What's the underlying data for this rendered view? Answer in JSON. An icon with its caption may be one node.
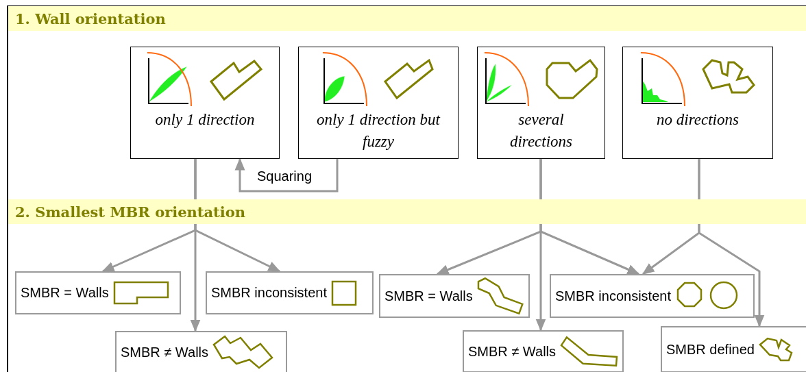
{
  "diagram": {
    "nodes": [
      {
        "text": [
          "only 1 direction"
        ]
      },
      {
        "text": [
          "only 1 direction but fuzzy"
        ]
      },
      {
        "text": [
          "several directions"
        ]
      },
      {
        "text": [
          "no directions"
        ]
      },
      {
        "text": [
          "SMBR = Walls"
        ]
      },
      {
        "text": [
          "SMBR ≠ Walls"
        ]
      },
      {
        "text": [
          "SMBR inconsistent"
        ]
      },
      {
        "text": [
          "SMBR = Walls"
        ]
      },
      {
        "text": [
          "SMBR ≠ Walls"
        ]
      },
      {
        "text": [
          "SMBR inconsistent"
        ]
      },
      {
        "text": [
          "SMBR defined"
        ]
      }
    ],
    "edges": [
      {
        "from": 1,
        "to": 0,
        "arrow": "to",
        "label": "Squaring"
      },
      {
        "from": 0,
        "to": 4,
        "arrow": "to"
      },
      {
        "from": 0,
        "to": 5,
        "arrow": "to"
      },
      {
        "from": 0,
        "to": 6,
        "arrow": "to"
      },
      {
        "from": 2,
        "to": 7,
        "arrow": "to"
      },
      {
        "from": 2,
        "to": 8,
        "arrow": "to"
      },
      {
        "from": 2,
        "to": 9,
        "arrow": "to"
      },
      {
        "from": 3,
        "to": 9,
        "arrow": "to"
      },
      {
        "from": 3,
        "to": 10,
        "arrow": "to"
      }
    ],
    "labels": [
      "1. Wall orientation",
      "2. Smallest MBR orientation"
    ]
  }
}
